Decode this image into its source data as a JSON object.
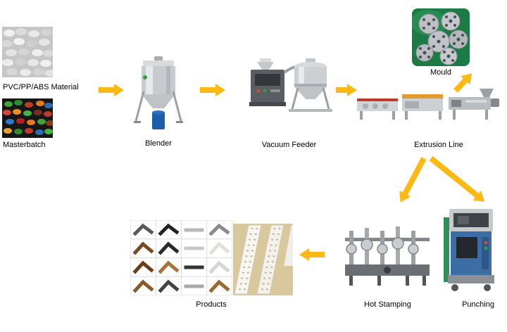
{
  "diagram": {
    "nodes": {
      "material": {
        "label": "PVC/PP/ABS Material"
      },
      "masterbatch": {
        "label": "Masterbatch"
      },
      "blender": {
        "label": "Blender"
      },
      "vacuum_feeder": {
        "label": "Vacuum Feeder"
      },
      "mould": {
        "label": "Mould"
      },
      "extrusion_line": {
        "label": "Extrusion Line"
      },
      "products": {
        "label": "Products"
      },
      "hot_stamping": {
        "label": "Hot Stamping"
      },
      "punching": {
        "label": "Punching"
      }
    },
    "flow": [
      {
        "from": "PVC/PP/ABS Material",
        "to": "Blender"
      },
      {
        "from": "Masterbatch",
        "to": "Blender"
      },
      {
        "from": "Blender",
        "to": "Vacuum Feeder"
      },
      {
        "from": "Vacuum Feeder",
        "to": "Extrusion Line"
      },
      {
        "from": "Extrusion Line",
        "to": "Mould"
      },
      {
        "from": "Extrusion Line",
        "to": "Hot Stamping"
      },
      {
        "from": "Extrusion Line",
        "to": "Punching"
      },
      {
        "from": "Hot Stamping",
        "to": "Products"
      }
    ],
    "colors": {
      "arrow": "#FDB913",
      "background": "#FFFFFF",
      "label_text": "#000000"
    }
  }
}
